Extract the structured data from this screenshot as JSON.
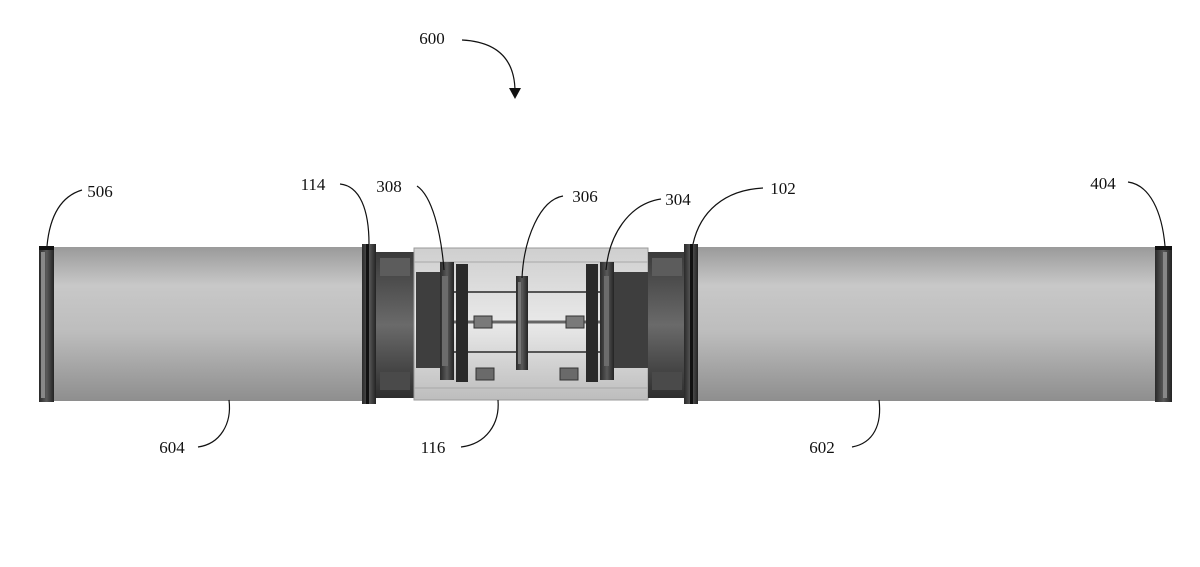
{
  "figure": {
    "labels": {
      "assembly": "600",
      "left_cap": "506",
      "left_coupling": "114",
      "left_bearing": "308",
      "center_disc": "306",
      "right_bearing": "304",
      "right_coupling": "102",
      "right_cap": "404",
      "left_tube": "604",
      "center_housing": "116",
      "right_tube": "602"
    }
  }
}
